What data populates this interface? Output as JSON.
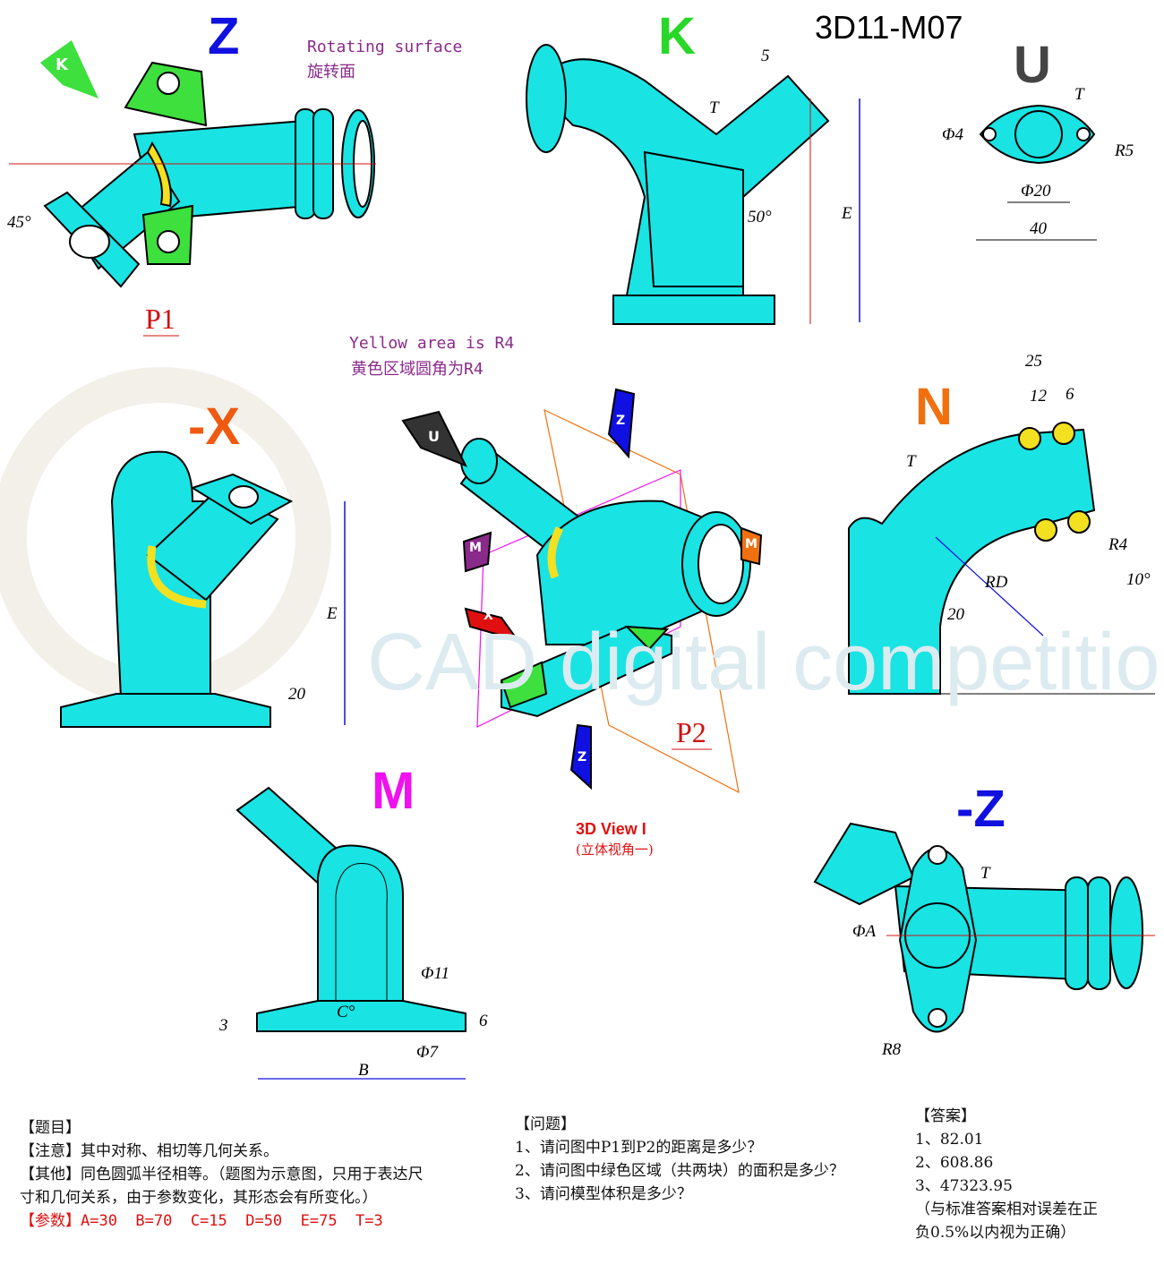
{
  "title": "3D11-M07",
  "views": {
    "z": "Z",
    "k": "K",
    "u": "U",
    "negx": "-X",
    "n": "N",
    "m": "M",
    "negz": "-Z"
  },
  "arrow_labels": {
    "k": "K",
    "u": "U",
    "z_top": "Z",
    "z_bottom": "Z",
    "m_left": "M",
    "m_right": "M",
    "x": "X"
  },
  "notes": {
    "rotating_en": "Rotating surface",
    "rotating_cn": "旋转面",
    "yellow_en": "Yellow area is R4",
    "yellow_cn": "黄色区域圆角为R4"
  },
  "points": {
    "p1": "P1",
    "p2": "P2"
  },
  "view3d": {
    "title": "3D View I",
    "subtitle": "(立体视角一)"
  },
  "dims": {
    "z_angle": "45°",
    "k_5": "5",
    "k_t": "T",
    "k_angle": "50°",
    "k_e": "E",
    "u_d4": "Φ4",
    "u_t": "T",
    "u_r5": "R5",
    "u_d20": "Φ20",
    "u_40": "40",
    "x_e": "E",
    "x_20": "20",
    "n_25": "25",
    "n_12": "12",
    "n_6": "6",
    "n_t": "T",
    "n_r4": "R4",
    "n_10": "10°",
    "n_rd": "RD",
    "n_20": "20",
    "m_d11": "Φ11",
    "m_c": "C°",
    "m_6": "6",
    "m_3": "3",
    "m_d7": "Φ7",
    "m_b": "B",
    "nz_t": "T",
    "nz_da": "ΦA",
    "nz_r8": "R8"
  },
  "watermark": "CAD digital competition",
  "problem": {
    "heading": "【题目】",
    "notice_tag": "【注意】",
    "notice": "其中对称、相切等几何关系。",
    "other_tag": "【其他】",
    "other": "同色圆弧半径相等。（题图为示意图，只用于表达尺",
    "other2": "寸和几何关系，由于参数变化，其形态会有所变化。）",
    "params_tag": "【参数】",
    "params": "A=30  B=70  C=15  D=50  E=75  T=3"
  },
  "questions": {
    "heading": "【问题】",
    "items": [
      "1、请问图中P1到P2的距离是多少？",
      "2、请问图中绿色区域（共两块）的面积是多少？",
      "3、请问模型体积是多少？"
    ]
  },
  "answers": {
    "heading": "【答案】",
    "items": [
      "1、82.01",
      "2、608.86",
      "3、47323.95"
    ],
    "note1": "（与标准答案相对误差在正",
    "note2": "负0.5%以内视为正确）"
  },
  "colors": {
    "part": "#19e3e3",
    "green": "#3de03d",
    "yellow": "#f3e020",
    "blue": "#1010e0",
    "orange": "#f07010",
    "magenta": "#f010f0"
  }
}
